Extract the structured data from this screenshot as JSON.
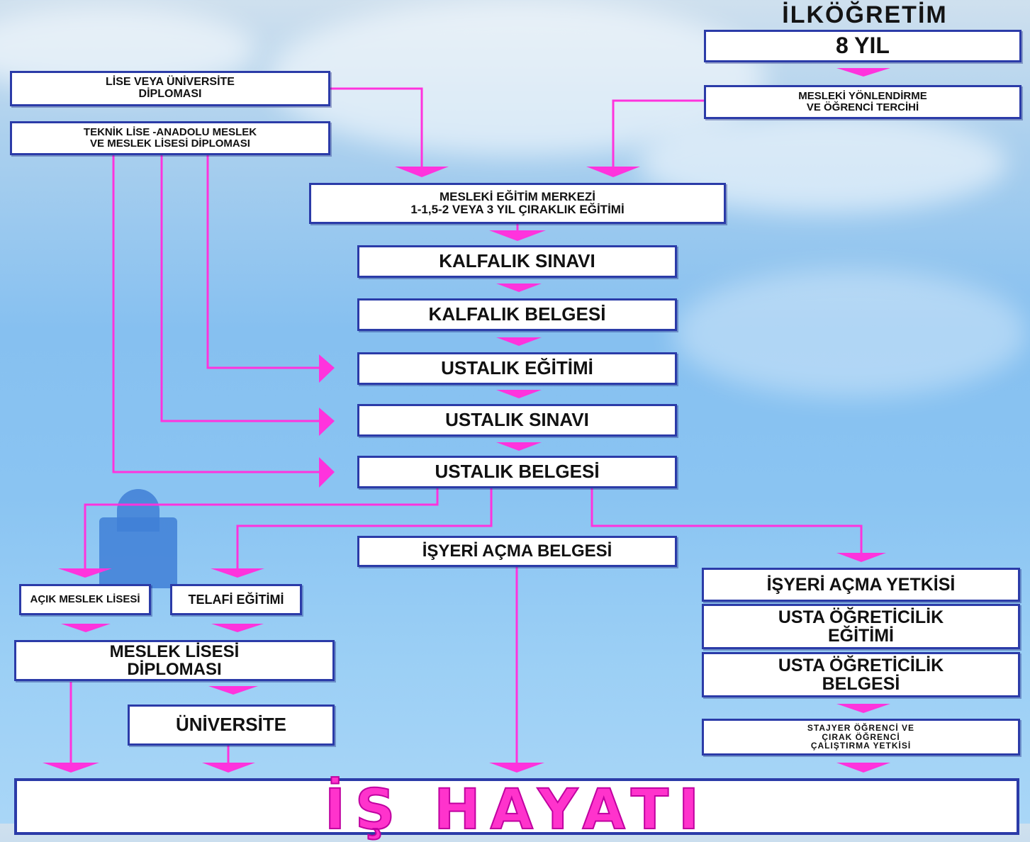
{
  "header": {
    "line1": "İLKÖĞRETİM",
    "line2": "8 YIL"
  },
  "boxes": {
    "yonlendirme": "MESLEKİ YÖNLENDİRME\nVE ÖĞRENCİ TERCİHİ",
    "lise_universite": "LİSE VEYA ÜNİVERSİTE\nDİPLOMASI",
    "teknik_lise": "TEKNİK LİSE -ANADOLU MESLEK\nVE MESLEK LİSESİ DİPLOMASI",
    "mem": "MESLEKİ EĞİTİM MERKEZİ\n1-1,5-2 VEYA 3 YIL ÇIRAKLIK EĞİTİMİ",
    "kalfalik_sinavi": "KALFALIK SINAVI",
    "kalfalik_belgesi": "KALFALIK BELGESİ",
    "ustalik_egitimi": "USTALIK EĞİTİMİ",
    "ustalik_sinavi": "USTALIK SINAVI",
    "ustalik_belgesi": "USTALIK BELGESİ",
    "isyeri_acma_belgesi": "İŞYERİ AÇMA BELGESİ",
    "acik_meslek_lisesi": "AÇIK MESLEK LİSESİ",
    "telafi_egitimi": "TELAFİ EĞİTİMİ",
    "meslek_lisesi_diplomasi": "MESLEK LİSESİ\nDİPLOMASI",
    "universite": "ÜNİVERSİTE",
    "isyeri_acma_yetkisi": "İŞYERİ AÇMA YETKİSİ",
    "usta_ogreticilik_egitimi": "USTA ÖĞRETİCİLİK\nEĞİTİMİ",
    "usta_ogreticilik_belgesi": "USTA ÖĞRETİCİLİK\nBELGESİ",
    "stajyer": "STAJYER ÖĞRENCİ VE\nÇIRAK ÖĞRENCİ\nÇALIŞTIRMA YETKİSİ"
  },
  "final": "İŞ HAYATI",
  "colors": {
    "arrow": "#ff33dd",
    "border": "#2b3ba8",
    "final_text": "#ff33cc"
  }
}
